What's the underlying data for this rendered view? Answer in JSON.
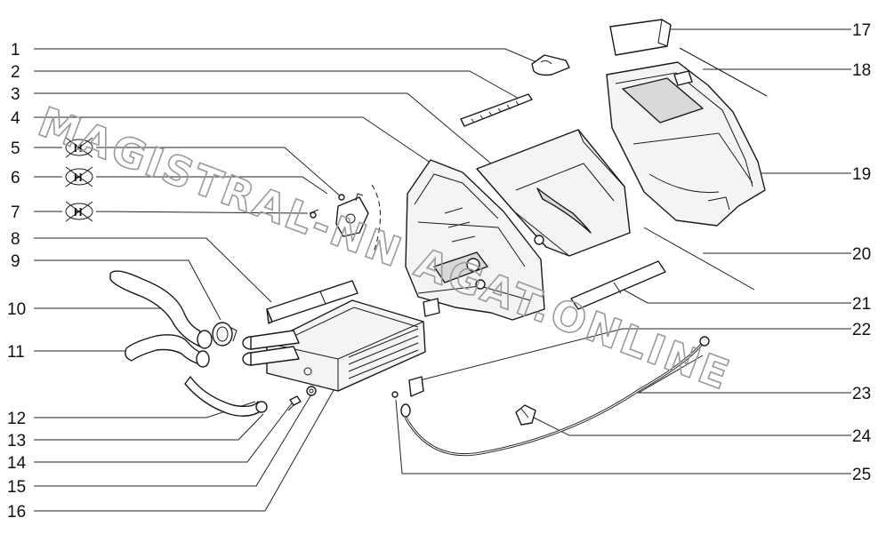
{
  "callouts": [
    "1",
    "2",
    "3",
    "4",
    "5",
    "6",
    "7",
    "8",
    "9",
    "10",
    "11",
    "12",
    "13",
    "14",
    "15",
    "16",
    "17",
    "18",
    "19",
    "20",
    "21",
    "22",
    "23",
    "24",
    "25"
  ],
  "watermark": "MAGISTRAL-NN AGAT.ONLINE",
  "crossed_symbol": "H",
  "colors": {
    "line": "#1a1a1a",
    "watermark": "#9a9a9a",
    "background": "#ffffff"
  }
}
